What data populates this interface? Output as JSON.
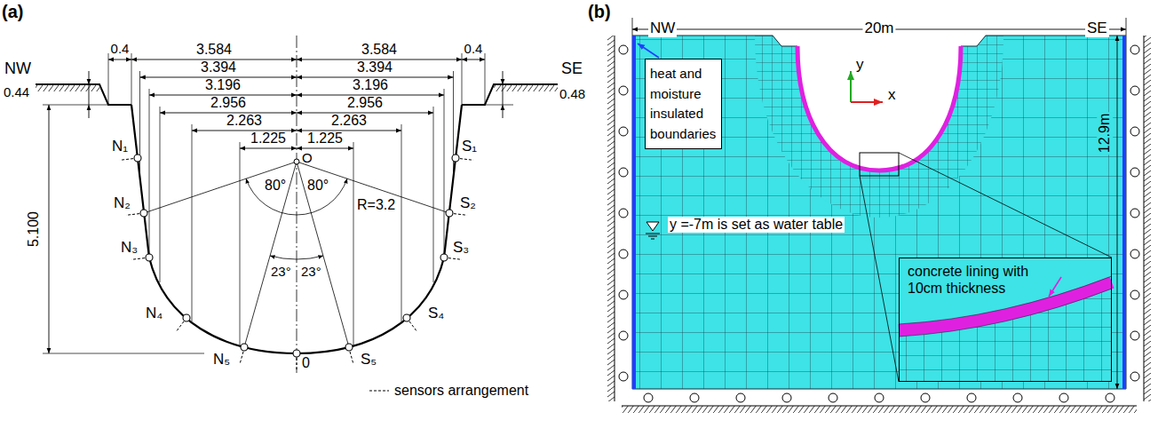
{
  "diagram": {
    "nodes": [
      {
        "text": [
          "heat and moisture insulated boundaries"
        ]
      },
      {
        "text": [
          "concrete lining with 10cm thickness"
        ]
      }
    ],
    "labels": [
      "(a)",
      "NW",
      "0.44",
      "0.4",
      "3.584",
      "3.584",
      "0.4",
      "0.48",
      "SE",
      "3.394",
      "3.394",
      "3.196",
      "3.196",
      "2.956",
      "2.956",
      "2.263",
      "2.263",
      "1.225",
      "1.225",
      "5.100",
      "N₁",
      "N₂",
      "N₃",
      "N₄",
      "N₅",
      "S₁",
      "S₂",
      "S₃",
      "S₄",
      "S₅",
      "O",
      "R=3.2",
      "80°",
      "80°",
      "23°",
      "23°",
      "0",
      "(b)",
      "NW",
      "20m",
      "SE",
      "y",
      "x",
      "y =-7m is set as water table",
      "12.9m"
    ],
    "legend": [
      {
        "text": "sensors arrangement"
      }
    ]
  }
}
